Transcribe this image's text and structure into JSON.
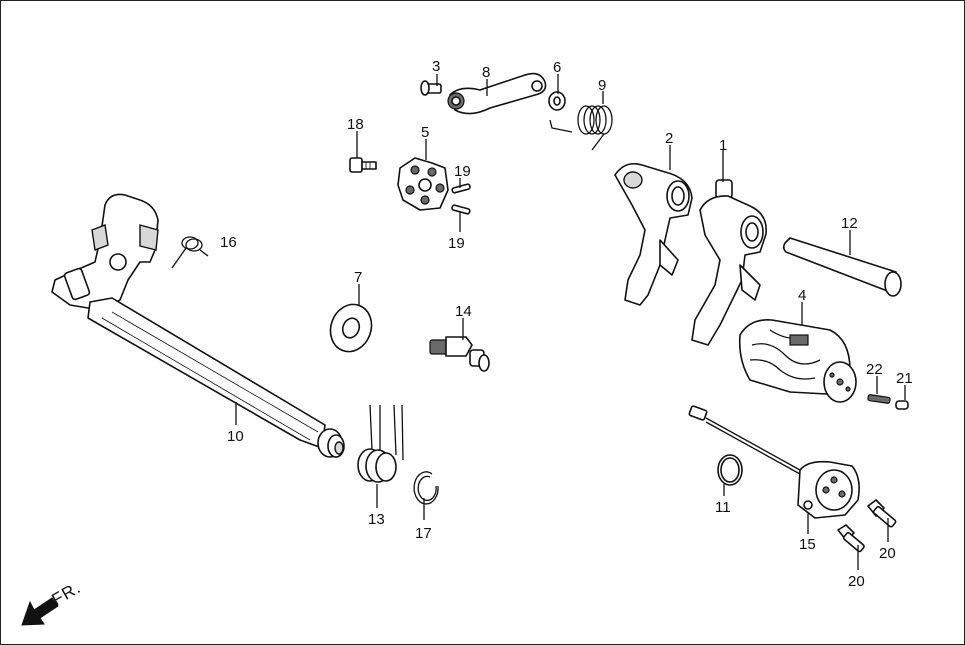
{
  "direction_label": "FR.",
  "callouts": {
    "c1": "1",
    "c2": "2",
    "c3": "3",
    "c4": "4",
    "c5": "5",
    "c6": "6",
    "c7": "7",
    "c8": "8",
    "c9": "9",
    "c10": "10",
    "c11": "11",
    "c12": "12",
    "c13": "13",
    "c14": "14",
    "c15": "15",
    "c16": "16",
    "c17": "17",
    "c18": "18",
    "c19a": "19",
    "c19b": "19",
    "c20a": "20",
    "c20b": "20",
    "c21": "21",
    "c22": "22"
  }
}
